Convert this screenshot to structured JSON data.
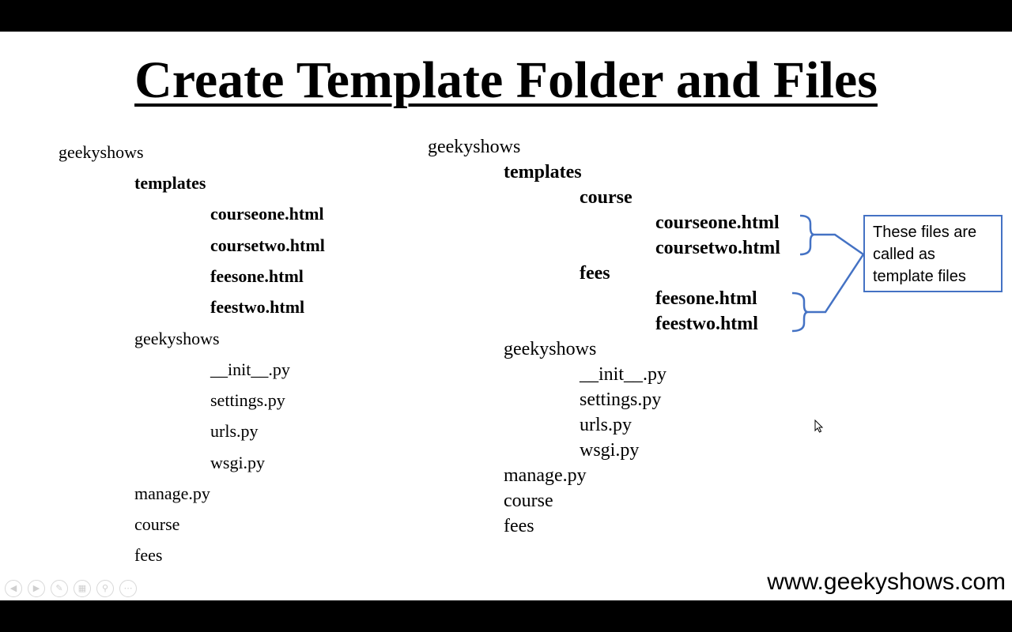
{
  "slide": {
    "title": "Create Template Folder and Files",
    "left_tree": {
      "root": "geekyshows",
      "templates_label": "templates",
      "templates_files": [
        "courseone.html",
        "coursetwo.html",
        "feesone.html",
        "feestwo.html"
      ],
      "project_folder": "geekyshows",
      "project_files": [
        "__init__.py",
        "settings.py",
        "urls.py",
        "wsgi.py"
      ],
      "root_items": [
        "manage.py",
        "course",
        "fees"
      ]
    },
    "right_tree": {
      "root": "geekyshows",
      "templates_label": "templates",
      "course_folder": "course",
      "course_files": [
        "courseone.html",
        "coursetwo.html"
      ],
      "fees_folder": "fees",
      "fees_files": [
        "feesone.html",
        "feestwo.html"
      ],
      "project_folder": "geekyshows",
      "project_files": [
        "__init__.py",
        "settings.py",
        "urls.py",
        "wsgi.py"
      ],
      "root_items": [
        "manage.py",
        "course",
        "fees"
      ]
    },
    "callout": "These files are called as template files",
    "website": "www.geekyshows.com"
  },
  "colors": {
    "accent": "#4472c4",
    "frame": "#000000"
  },
  "toolbar_icons": [
    "prev-icon",
    "next-icon",
    "pen-icon",
    "slides-icon",
    "zoom-icon",
    "more-icon"
  ]
}
